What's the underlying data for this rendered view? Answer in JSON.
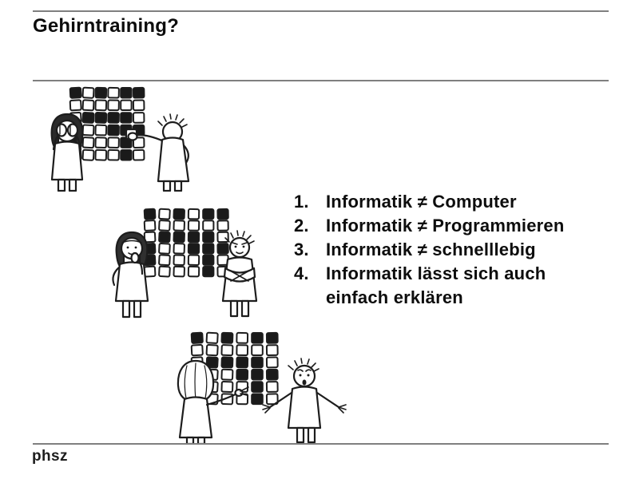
{
  "slide": {
    "title": "Gehirntraining?",
    "footer_logo": "phsz"
  },
  "list": {
    "items": [
      {
        "number": "1.",
        "lines": [
          "Informatik ≠ Computer"
        ]
      },
      {
        "number": "2.",
        "lines": [
          "Informatik ≠ Programmieren"
        ]
      },
      {
        "number": "3.",
        "lines": [
          "Informatik ≠ schnelllebig"
        ]
      },
      {
        "number": "4.",
        "lines": [
          "Informatik lässt sich auch",
          "einfach erklären"
        ]
      }
    ]
  },
  "illustrations": [
    {
      "id": "scene-1",
      "figures": [
        "girl-covering-eyes",
        "boy-placing-tile"
      ],
      "grid": {
        "rows": 6,
        "cols": 6,
        "pattern": [
          "101011",
          "000000",
          "011110",
          "100111",
          "100010",
          "000010"
        ]
      }
    },
    {
      "id": "scene-2",
      "figures": [
        "girl-thinking",
        "boy-arms-crossed"
      ],
      "grid": {
        "rows": 6,
        "cols": 6,
        "pattern": [
          "101011",
          "000000",
          "011110",
          "100111",
          "100010",
          "000010"
        ]
      }
    },
    {
      "id": "scene-3",
      "figures": [
        "girl-pointing",
        "boy-shrugging"
      ],
      "grid": {
        "rows": 6,
        "cols": 6,
        "pattern": [
          "101011",
          "000000",
          "011110",
          "100111",
          "100010",
          "000010"
        ]
      }
    }
  ],
  "colors": {
    "background": "#ffffff",
    "text": "#0d0d0d",
    "rule": "#7f7f7f",
    "tile_black": "#1a1a1a",
    "tile_white": "#ffffff",
    "outline": "#1d1d1d"
  }
}
